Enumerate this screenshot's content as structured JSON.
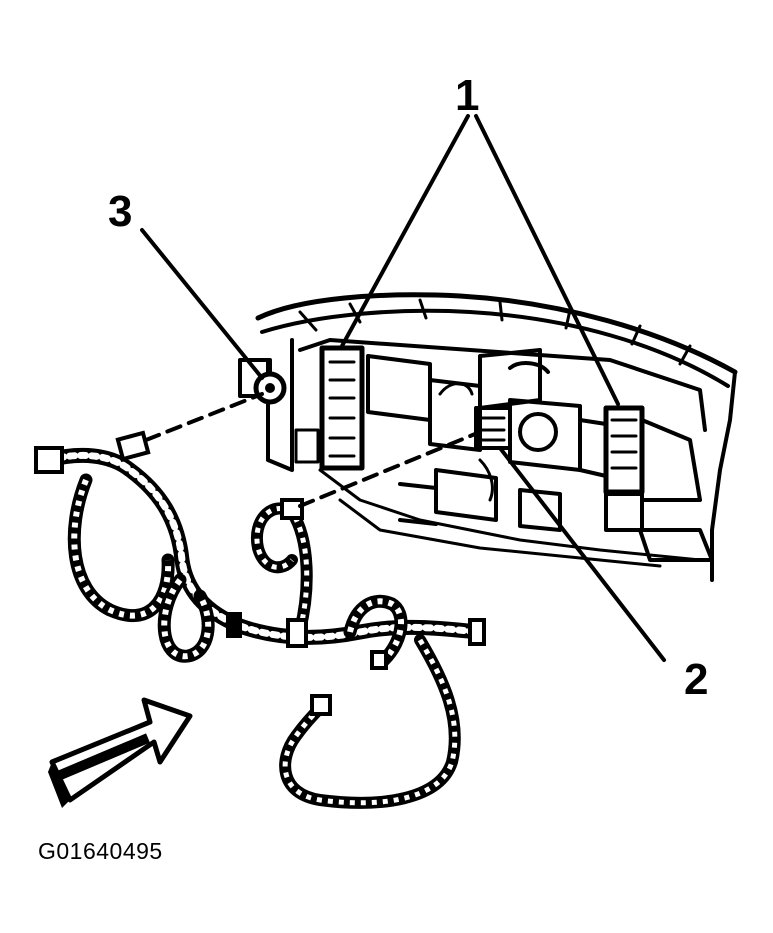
{
  "callouts": {
    "label_1": "1",
    "label_2": "2",
    "label_3": "3"
  },
  "figure_id": "G01640495",
  "icons": {
    "view_arrow": "view-direction-arrow-icon"
  }
}
